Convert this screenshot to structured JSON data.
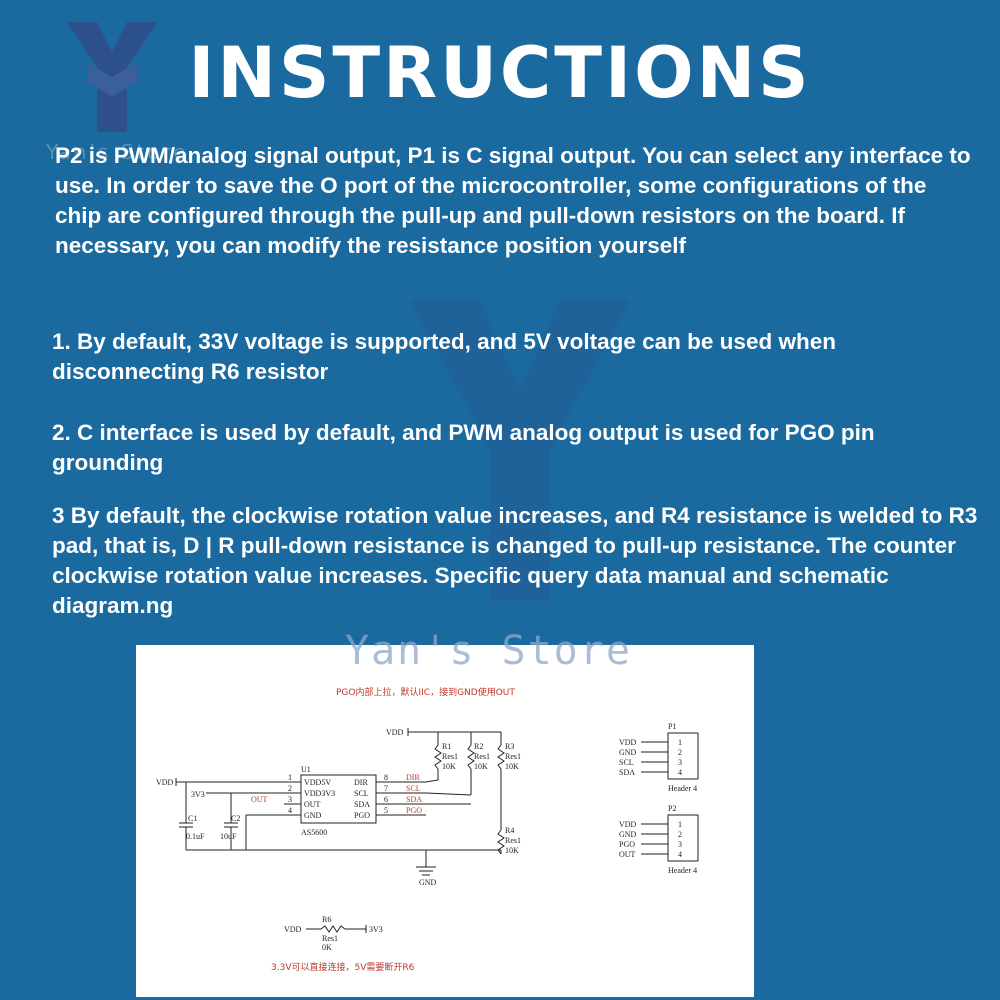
{
  "header": {
    "title": "INSTRUCTIONS",
    "store_name": "Yan's Store"
  },
  "body": {
    "intro": "P2 is PWM/analog signal output, P1 is C signal output. You can select any interface to use. In order to save the O port of the microcontroller, some configurations of the chip are configured through the pull-up and pull-down resistors on the board. If necessary, you can modify the resistance position yourself",
    "item1": "1. By default, 33V voltage is supported, and 5V voltage can be used when disconnecting R6 resistor",
    "item2": "2. C interface is used by default, and PWM analog output is used for PGO pin grounding",
    "item3": "3 By default, the clockwise rotation value increases, and R4 resistance is welded to R3 pad, that is, D | R pull-down resistance is changed to pull-up resistance. The counter clockwise rotation value increases. Specific query data manual and schematic diagram.ng"
  },
  "schematic": {
    "store_watermark": "Yan's Store",
    "note_top": "PGO内部上拉，默认IIC，接到GND使用OUT",
    "note_bottom": "3.3V可以直接连接，5V需要断开R6",
    "vdd": "VDD",
    "v33": "3V3",
    "gnd": "GND",
    "out": "OUT",
    "chip_ref": "U1",
    "chip_name": "AS5600",
    "chip_pins_left": [
      "VDD5V",
      "VDD3V3",
      "OUT",
      "GND"
    ],
    "chip_pins_right": [
      "DIR",
      "SCL",
      "SDA",
      "PGO"
    ],
    "pin_nums_left": [
      "1",
      "2",
      "3",
      "4"
    ],
    "pin_nums_right": [
      "8",
      "7",
      "6",
      "5"
    ],
    "net_right": [
      "DIR",
      "SCL",
      "SDA",
      "PGO"
    ],
    "c1": {
      "ref": "C1",
      "val": "0.1uF"
    },
    "c2": {
      "ref": "C2",
      "val": "10uF"
    },
    "r1": {
      "ref": "R1",
      "type": "Res1",
      "val": "10K"
    },
    "r2": {
      "ref": "R2",
      "type": "Res1",
      "val": "10K"
    },
    "r3": {
      "ref": "R3",
      "type": "Res1",
      "val": "10K"
    },
    "r4": {
      "ref": "R4",
      "type": "Res1",
      "val": "10K"
    },
    "r6": {
      "ref": "R6",
      "type": "Res1",
      "val": "0K"
    },
    "p1": {
      "ref": "P1",
      "name": "Header 4",
      "pins": [
        "VDD",
        "GND",
        "SCL",
        "SDA"
      ],
      "nums": [
        "1",
        "2",
        "3",
        "4"
      ]
    },
    "p2": {
      "ref": "P2",
      "name": "Header 4",
      "pins": [
        "VDD",
        "GND",
        "PGO",
        "OUT"
      ],
      "nums": [
        "1",
        "2",
        "3",
        "4"
      ]
    }
  },
  "colors": {
    "background": "#1a6aa0",
    "text": "#ffffff",
    "schematic_bg": "#ffffff",
    "schematic_note": "#c0392b"
  }
}
